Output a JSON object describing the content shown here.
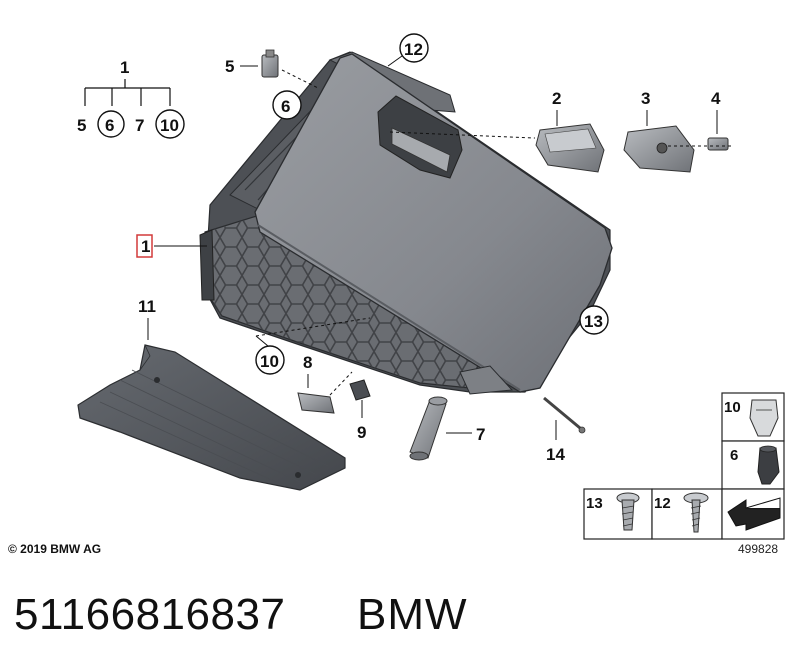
{
  "callouts": {
    "c1_top": "1",
    "c5_top": "5",
    "c6_top": "6",
    "c7_top": "7",
    "c10_top": "10",
    "c5": "5",
    "c6": "6",
    "c12": "12",
    "c2": "2",
    "c3": "3",
    "c4": "4",
    "c1": "1",
    "c11": "11",
    "c13": "13",
    "c10": "10",
    "c8": "8",
    "c9": "9",
    "c7": "7",
    "c14": "14"
  },
  "legend": {
    "c10": "10",
    "c6": "6",
    "c13": "13",
    "c12": "12"
  },
  "footer": {
    "copyright": "© 2019 BMW AG",
    "diagram_id": "499828"
  },
  "caption": {
    "part_number": "51166816837",
    "brand": "BMW"
  },
  "colors": {
    "box_body": "#8e9196",
    "box_dark": "#5d6066",
    "mat": "#55585e",
    "highlight": "#d23a3a"
  }
}
